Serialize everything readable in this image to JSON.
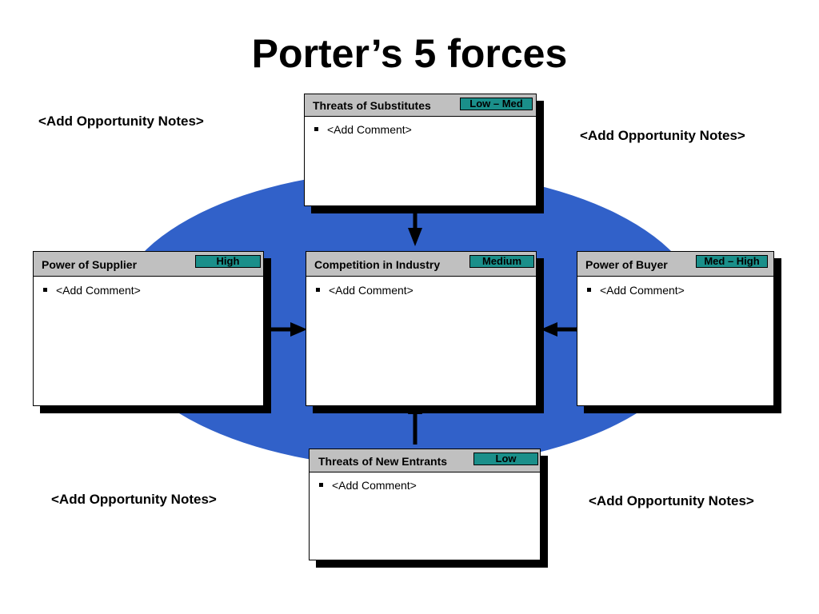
{
  "title": "Porter’s 5 forces",
  "notes": {
    "top_left": "<Add Opportunity Notes>",
    "top_right": "<Add Opportunity Notes>",
    "bottom_left": "<Add Opportunity Notes>",
    "bottom_right": "<Add Opportunity Notes>"
  },
  "forces": {
    "substitutes": {
      "title": "Threats of Substitutes",
      "level": "Low – Med",
      "comment": "<Add Comment>"
    },
    "supplier": {
      "title": "Power of Supplier",
      "level": "High",
      "comment": "<Add Comment>"
    },
    "competition": {
      "title": "Competition in Industry",
      "level": "Medium",
      "comment": "<Add Comment>"
    },
    "buyer": {
      "title": "Power of Buyer",
      "level": "Med – High",
      "comment": "<Add Comment>"
    },
    "new_entrants": {
      "title": "Threats of New Entrants",
      "level": "Low",
      "comment": "<Add Comment>"
    }
  },
  "colors": {
    "ellipse": "#3161c9",
    "badge": "#1a8f8a",
    "header": "#c0c0c0"
  }
}
